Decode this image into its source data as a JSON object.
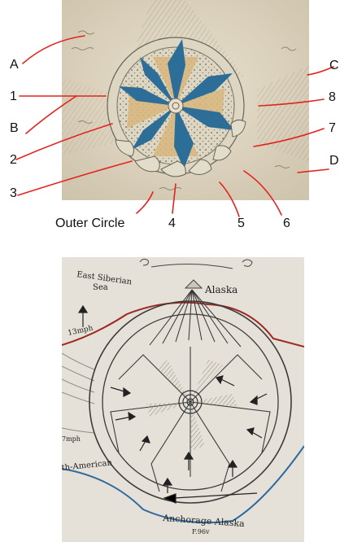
{
  "top_figure": {
    "letter_labels": [
      "A",
      "B",
      "C",
      "D"
    ],
    "number_labels": [
      "1",
      "2",
      "3",
      "4",
      "5",
      "6",
      "7",
      "8"
    ],
    "outer_circle_label": "Outer Circle"
  },
  "bottom_figure": {
    "text": {
      "east_siberian_sea_1": "East Siberian",
      "east_siberian_sea_2": "Sea",
      "alaska_top": "Alaska",
      "speed_left": "13mph",
      "speed_left_edge": "7mph",
      "north_american": "th-American",
      "anchorage_alaska": "Anchorage Alaska",
      "folio": "F.96v"
    }
  }
}
